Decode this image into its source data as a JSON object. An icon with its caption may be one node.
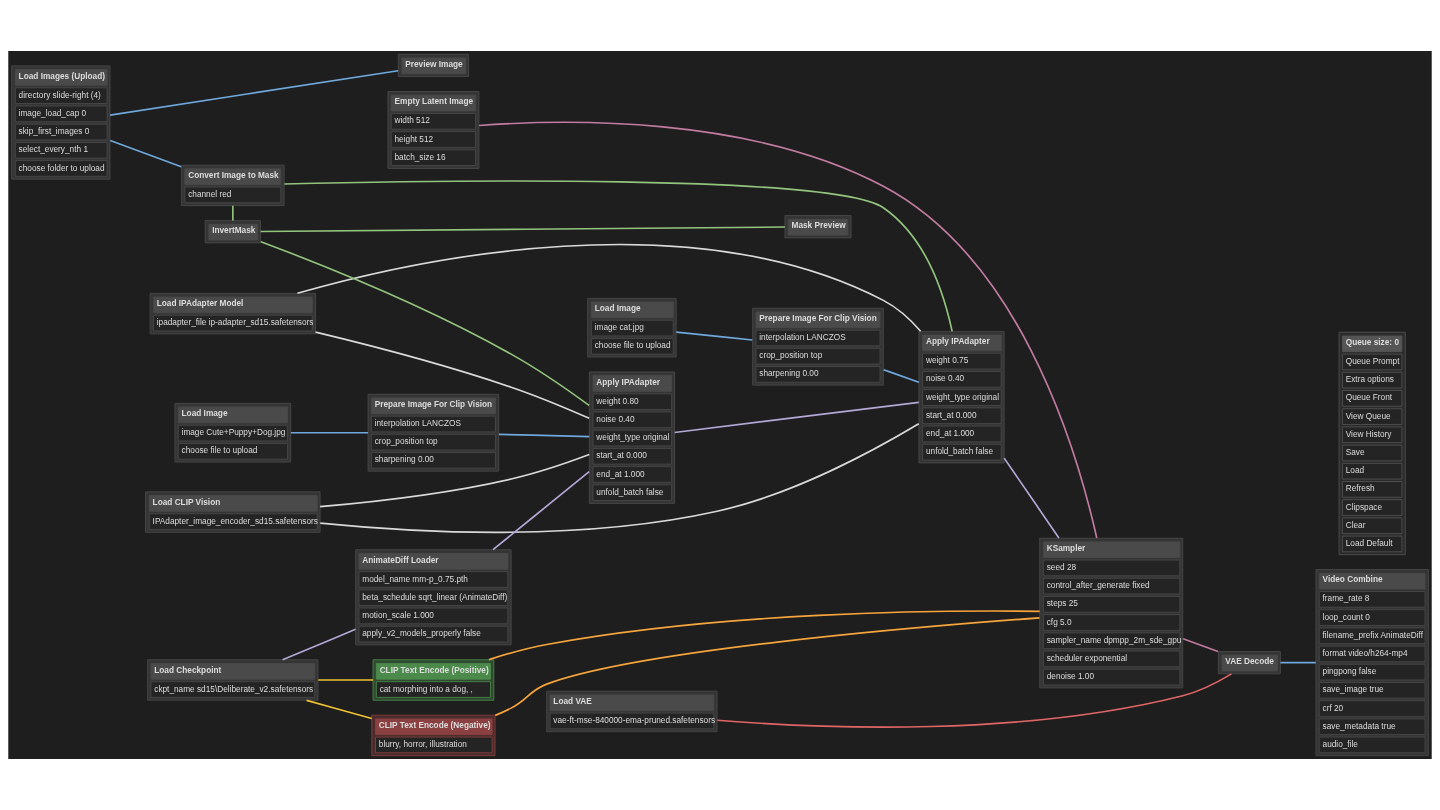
{
  "diagram": {
    "nodes": [
      {
        "text": [
          "Load Images (Upload)",
          "directory slide-right (4)",
          "image_load_cap 0",
          "skip_first_images 0",
          "select_every_nth 1",
          "choose folder to upload"
        ]
      },
      {
        "text": [
          "Preview Image"
        ]
      },
      {
        "text": [
          "Convert Image to Mask",
          "channel red"
        ]
      },
      {
        "text": [
          "Load IPAdapter Model",
          "ipadapter_file ip-adapter_sd15.safetensors"
        ]
      },
      {
        "text": [
          "Mask Preview"
        ]
      },
      {
        "text": [
          "Load CLIP Vision",
          "IPAdapter_image_encoder_sd15.safetensors"
        ]
      },
      {
        "text": [
          "InvertMask"
        ]
      },
      {
        "text": [
          "Apply IPAdapter",
          "weight 0.80",
          "noise 0.40",
          "weight_type original",
          "start_at 0.000",
          "end_at 1.000",
          "unfold_batch false"
        ]
      },
      {
        "text": [
          "Load Image",
          "image Cute+Puppy+Dog.jpg",
          "choose file to upload"
        ]
      },
      {
        "text": [
          "Prepare Image For Clip Vision",
          "interpolation LANCZOS",
          "crop_position top",
          "sharpening 0.00"
        ]
      },
      {
        "text": [
          "Load Image",
          "image cat.jpg",
          "choose file to upload"
        ]
      },
      {
        "text": [
          "Apply IPAdapter",
          "weight 0.75",
          "noise 0.40",
          "weight_type original",
          "start_at 0.000",
          "end_at 1.000",
          "unfold_batch false"
        ]
      },
      {
        "text": [
          "Prepare Image For Clip Vision",
          "interpolation LANCZOS",
          "crop_position top",
          "sharpening 0.00"
        ]
      },
      {
        "text": [
          "CLIP Text Encode (Positive)",
          "cat morphing into a dog, ,"
        ]
      },
      {
        "text": [
          "Load Checkpoint",
          "ckpt_name sd15\\Deliberate_v2.safetensors"
        ]
      },
      {
        "text": [
          "CLIP Text Encode (Negative)",
          "blurry, horror, illustration"
        ]
      },
      {
        "text": [
          "KSampler",
          "seed 28",
          "control_after_generate fixed",
          "steps 25",
          "cfg 5.0",
          "sampler_name dpmpp_2m_sde_gpu",
          "scheduler exponential",
          "denoise 1.00"
        ]
      },
      {
        "text": [
          "VAE Decode"
        ]
      },
      {
        "text": [
          "Video Combine",
          "frame_rate 8",
          "loop_count 0",
          "filename_prefix AnimateDiff",
          "format video/h264-mp4",
          "pingpong false",
          "save_image true",
          "crf 20",
          "save_metadata true",
          "audio_file"
        ]
      },
      {
        "text": [
          "Empty Latent Image",
          "width 512",
          "height 512",
          "batch_size 16"
        ]
      },
      {
        "text": [
          "Load VAE",
          "vae-ft-mse-840000-ema-pruned.safetensors"
        ]
      },
      {
        "text": [
          "AnimateDiff Loader",
          "model_name mm-p_0.75.pth",
          "beta_schedule sqrt_linear (AnimateDiff)",
          "motion_scale 1.000",
          "apply_v2_models_properly false"
        ]
      },
      {
        "text": [
          "Queue size: 0",
          "Queue Prompt",
          "Extra options",
          "Queue Front",
          "View Queue",
          "View History",
          "Save",
          "Load",
          "Refresh",
          "Clipspace",
          "Clear",
          "Load Default"
        ]
      }
    ],
    "edges": [
      {
        "from": 0,
        "to": 1,
        "arrow": "none",
        "color": "#6fa8dc"
      },
      {
        "from": 0,
        "to": 2,
        "arrow": "none",
        "color": "#6fa8dc"
      },
      {
        "from": 2,
        "to": 6,
        "arrow": "none",
        "color": "#93c47d"
      },
      {
        "from": 2,
        "to": 11,
        "arrow": "none",
        "color": "#93c47d"
      },
      {
        "from": 6,
        "to": 4,
        "arrow": "none",
        "color": "#93c47d"
      },
      {
        "from": 6,
        "to": 7,
        "arrow": "none",
        "color": "#93c47d"
      },
      {
        "from": 3,
        "to": 7,
        "arrow": "none",
        "color": "#d9d9d9"
      },
      {
        "from": 3,
        "to": 11,
        "arrow": "none",
        "color": "#d9d9d9"
      },
      {
        "from": 5,
        "to": 7,
        "arrow": "none",
        "color": "#d9d9d9"
      },
      {
        "from": 5,
        "to": 11,
        "arrow": "none",
        "color": "#d9d9d9"
      },
      {
        "from": 8,
        "to": 9,
        "arrow": "none",
        "color": "#6fa8dc"
      },
      {
        "from": 9,
        "to": 7,
        "arrow": "none",
        "color": "#6fa8dc"
      },
      {
        "from": 10,
        "to": 12,
        "arrow": "none",
        "color": "#6fa8dc"
      },
      {
        "from": 12,
        "to": 11,
        "arrow": "none",
        "color": "#6fa8dc"
      },
      {
        "from": 7,
        "to": 11,
        "arrow": "none",
        "color": "#b4a7d6"
      },
      {
        "from": 14,
        "to": 21,
        "arrow": "none",
        "color": "#b4a7d6"
      },
      {
        "from": 21,
        "to": 7,
        "arrow": "none",
        "color": "#b4a7d6"
      },
      {
        "from": 11,
        "to": 16,
        "arrow": "none",
        "color": "#b4a7d6"
      },
      {
        "from": 14,
        "to": 13,
        "arrow": "none",
        "color": "#f1c232"
      },
      {
        "from": 14,
        "to": 15,
        "arrow": "none",
        "color": "#f1c232"
      },
      {
        "from": 13,
        "to": 16,
        "arrow": "none",
        "color": "#f6a53c"
      },
      {
        "from": 15,
        "to": 16,
        "arrow": "none",
        "color": "#f6a53c"
      },
      {
        "from": 19,
        "to": 16,
        "arrow": "none",
        "color": "#c27ba0"
      },
      {
        "from": 16,
        "to": 17,
        "arrow": "none",
        "color": "#c27ba0"
      },
      {
        "from": 20,
        "to": 17,
        "arrow": "none",
        "color": "#e06666"
      },
      {
        "from": 17,
        "to": 18,
        "arrow": "none",
        "color": "#6fa8dc"
      }
    ]
  }
}
